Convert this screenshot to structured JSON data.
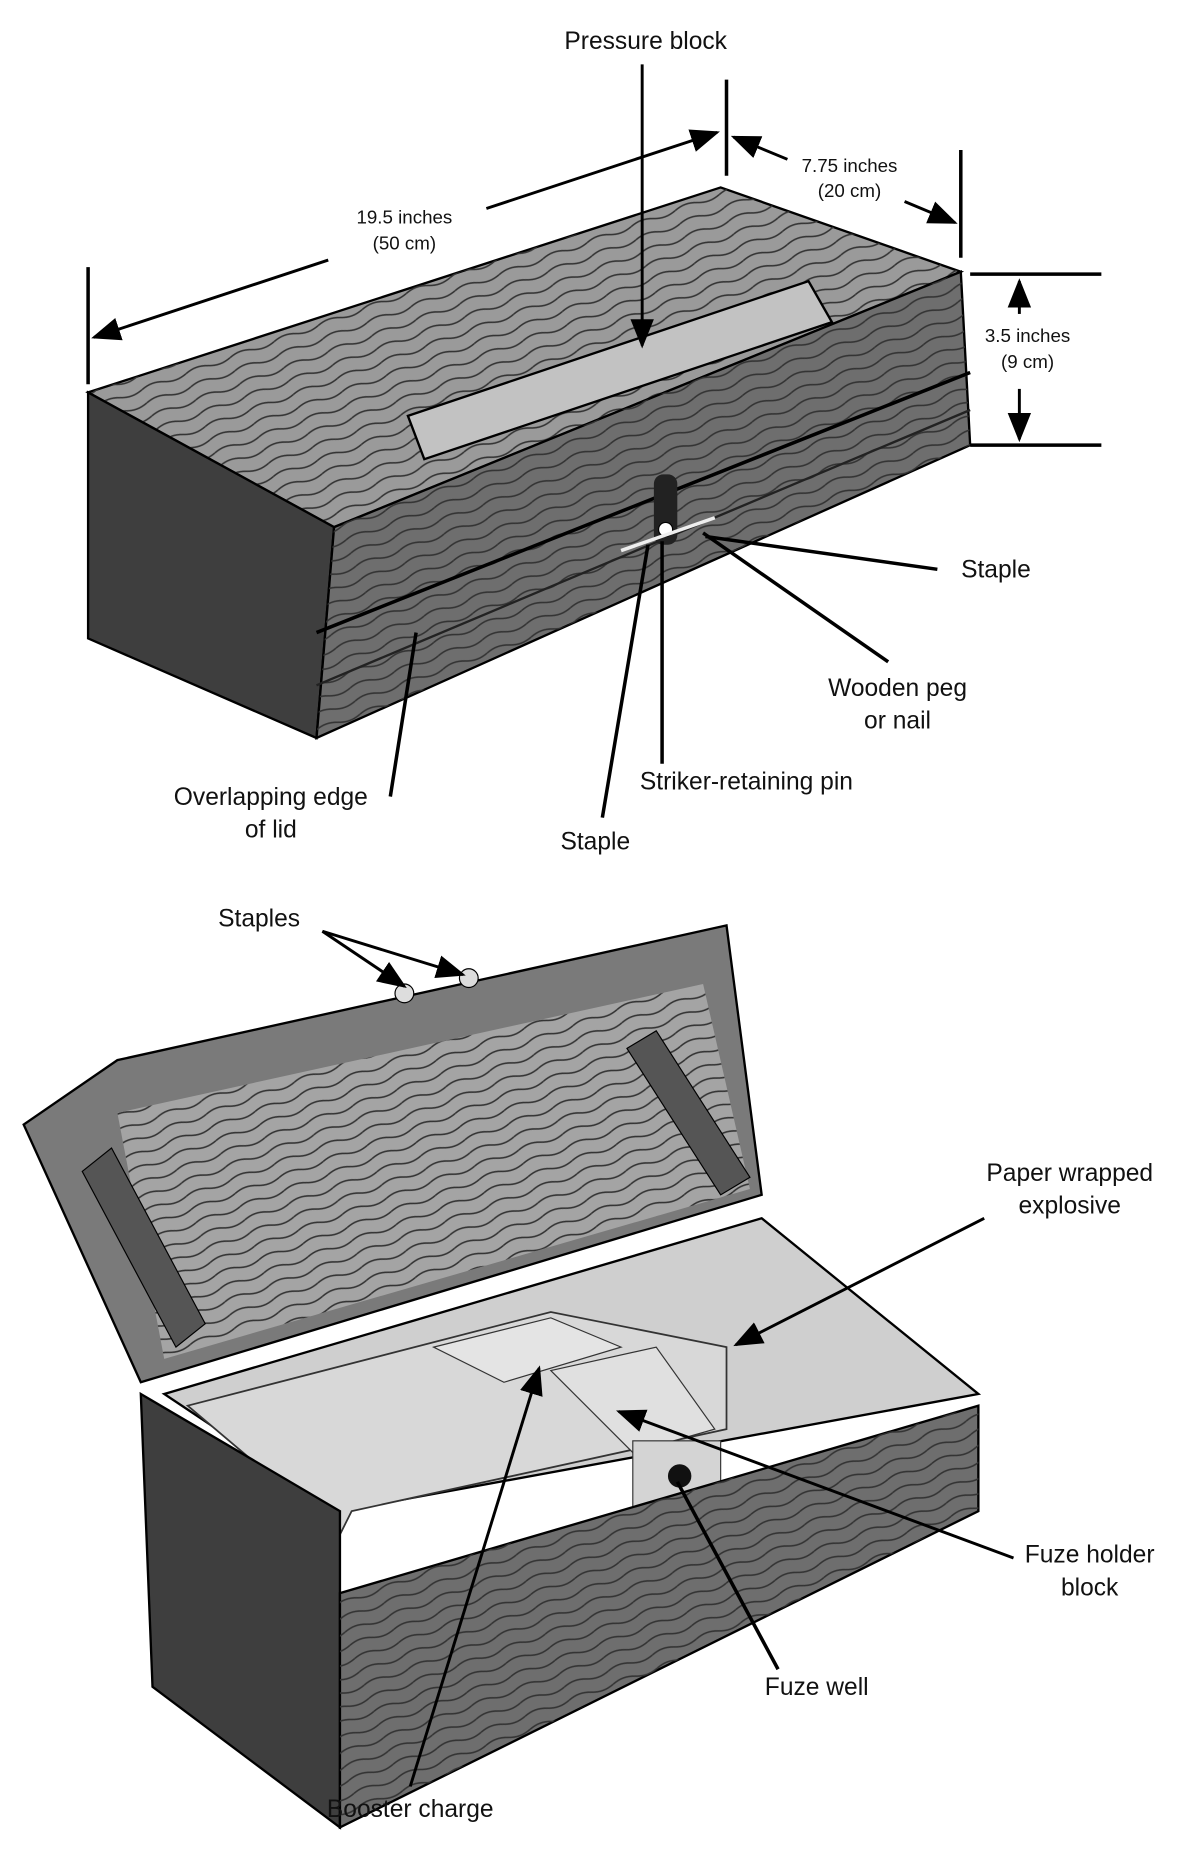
{
  "top_figure": {
    "labels": {
      "pressure_block": "Pressure block",
      "length_in": "19.5 inches",
      "length_cm": "(50 cm)",
      "width_in": "7.75 inches",
      "width_cm": "(20 cm)",
      "height_in": "3.5 inches",
      "height_cm": "(9 cm)",
      "staple_right": "Staple",
      "peg_1": "Wooden peg",
      "peg_2": "or nail",
      "striker_pin": "Striker-retaining pin",
      "staple_bottom": "Staple",
      "lid_edge_1": "Overlapping edge",
      "lid_edge_2": "of lid"
    }
  },
  "bottom_figure": {
    "labels": {
      "staples": "Staples",
      "explosive_1": "Paper wrapped",
      "explosive_2": "explosive",
      "fuze_holder_1": "Fuze holder",
      "fuze_holder_2": "block",
      "fuze_well": "Fuze well",
      "booster": "Booster charge"
    }
  },
  "colors": {
    "wood_top": "#9a9a9a",
    "wood_dark": "#4a4a4a",
    "wood_front": "#6e6e6e",
    "explosive": "#cfcfcf"
  }
}
